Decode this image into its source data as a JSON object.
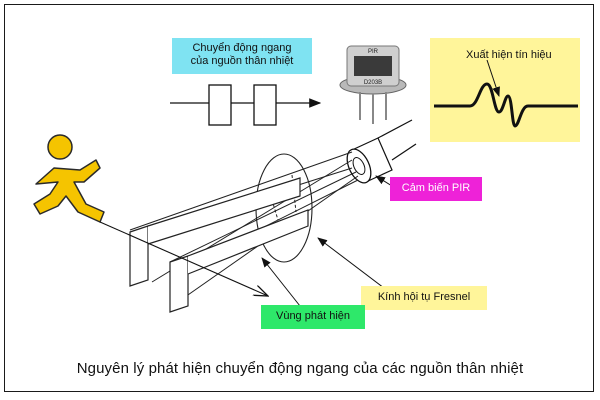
{
  "labels": {
    "motion_line1": "Chuyển động ngang",
    "motion_line2": "của nguồn thân nhiệt",
    "signal": "Xuất hiện tín hiệu",
    "pir_sensor": "Cảm biến PIR",
    "fresnel_lens": "Kính hội tụ Fresnel",
    "detection_zone": "Vùng phát hiện",
    "chip_top": "PIR",
    "chip_model": "D203B"
  },
  "caption": "Nguyên lý phát hiện chuyển động ngang của các nguồn thân nhiệt",
  "colors": {
    "motion_label_bg": "#7fe3f2",
    "signal_bg": "#fff59a",
    "pir_label_bg": "#ee22d8",
    "fresnel_label_bg": "#fff59a",
    "zone_label_bg": "#2ee86a",
    "runner": "#f5c400"
  },
  "icons": [
    "running-person-icon",
    "pir-sensor-chip-icon",
    "signal-waveform-icon"
  ]
}
